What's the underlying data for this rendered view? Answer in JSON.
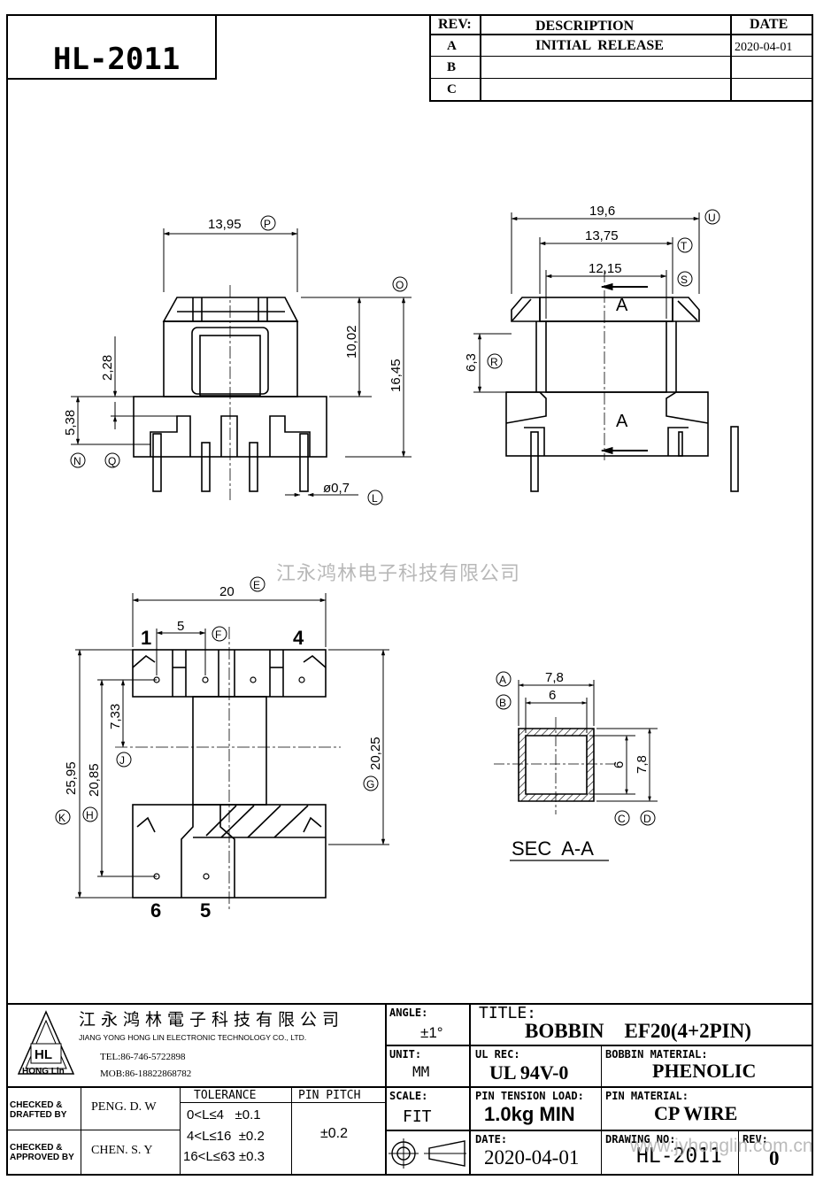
{
  "part_number": "HL-2011",
  "rev_table": {
    "headers": {
      "rev": "REV:",
      "description": "DESCRIPTION",
      "date": "DATE"
    },
    "rows": [
      {
        "rev": "A",
        "description": "INITIAL  RELEASE",
        "date": "2020-04-01"
      },
      {
        "rev": "B",
        "description": "",
        "date": ""
      },
      {
        "rev": "C",
        "description": "",
        "date": ""
      }
    ]
  },
  "watermark": "江永鸿林电子科技有限公司",
  "views": {
    "front": {
      "dims": {
        "width": "13,95",
        "h1": "10,02",
        "h2": "16,45",
        "d1": "2,28",
        "d2": "5,38",
        "pin": "ø0,7"
      },
      "callouts": {
        "width": "P",
        "h2": "O",
        "pin": "L",
        "d2": "N",
        "q": "Q"
      }
    },
    "side": {
      "dims": {
        "w1": "19,6",
        "w2": "13,75",
        "w3": "12,15",
        "h": "6,3"
      },
      "callouts": {
        "w1": "U",
        "w2": "T",
        "w3": "S",
        "h": "R"
      },
      "section_marks": [
        "A",
        "A"
      ]
    },
    "bottom": {
      "dims": {
        "width": "20",
        "pitch": "5",
        "d1": "7,33",
        "d2": "20,85",
        "d3": "25,95",
        "d4": "20,25"
      },
      "callouts": {
        "width": "E",
        "pitch": "F",
        "d1": "J",
        "d2": "H",
        "d3": "K",
        "d4": "G"
      },
      "pin_labels": [
        "1",
        "4",
        "6",
        "5"
      ]
    },
    "section": {
      "dims": {
        "outer": "7,8",
        "inner": "6",
        "inner_v": "6",
        "outer_v": "7,8"
      },
      "callouts": {
        "outer": "A",
        "inner": "B",
        "inner_v": "C",
        "outer_v": "D"
      },
      "label": "SEC  A-A"
    }
  },
  "title_block": {
    "company_cn": "江永鸿林電子科技有限公司",
    "company_en": "JIANG YONG HONG LIN ELECTRONIC TECHNOLOGY CO., LTD.",
    "tel": "TEL:86-746-5722898",
    "mob": "MOB:86-18822868782",
    "logo_text": "HL",
    "logo_sub": "HONG Lin",
    "checked_drafted_label": "CHECKED &\nDRAFTED BY",
    "checked_drafted_name": "PENG. D. W",
    "checked_approved_label": "CHECKED &\nAPPROVED BY",
    "checked_approved_name": "CHEN. S. Y",
    "tolerance_label": "TOLERANCE",
    "tolerance_rows": [
      "0<L≤4   ±0.1",
      "4<L≤16  ±0.2",
      "16<L≤63 ±0.3"
    ],
    "pin_pitch_label": "PIN PITCH",
    "pin_pitch_value": "±0.2",
    "angle_label": "ANGLE:",
    "angle_value": "±1°",
    "unit_label": "UNIT:",
    "unit_value": "MM",
    "scale_label": "SCALE:",
    "scale_value": "FIT",
    "title_label": "TITLE:",
    "title_value": "BOBBIN    EF20(4+2PIN)",
    "ul_label": "UL REC:",
    "ul_value": "UL 94V-0",
    "bobbin_material_label": "BOBBIN MATERIAL:",
    "bobbin_material_value": "PHENOLIC",
    "pin_tension_label": "PIN TENSION LOAD:",
    "pin_tension_value": "1.0kg MIN",
    "pin_material_label": "PIN MATERIAL:",
    "pin_material_value": "CP WIRE",
    "date_label": "DATE:",
    "date_value": "2020-04-01",
    "drawing_no_label": "DRAWING NO:",
    "drawing_no_value": "HL-2011",
    "rev_label": "REV:",
    "rev_value": "0",
    "website_overlay": "www.jyhonglin.com.cn"
  }
}
